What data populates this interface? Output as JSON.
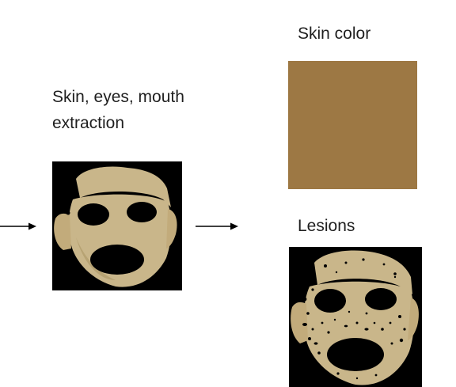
{
  "labels": {
    "extraction_line1": "Skin, eyes, mouth",
    "extraction_line2": "extraction",
    "skin_color": "Skin color",
    "lesions": "Lesions"
  },
  "colors": {
    "skin_swatch": "#9d7844",
    "face_skin": "#c9b68a",
    "face_shadow": "#a58f5c",
    "background": "#000000"
  },
  "icons": {
    "arrow": "right-arrow-icon"
  }
}
